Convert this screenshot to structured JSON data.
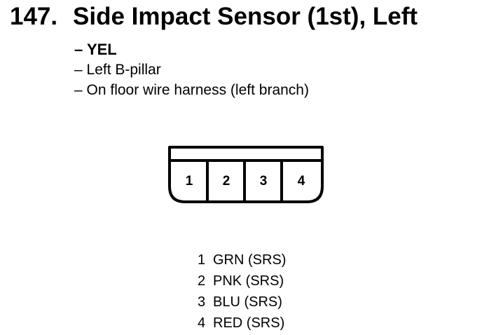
{
  "header": {
    "number": "147.",
    "title": "Side Impact Sensor (1st), Left"
  },
  "details": [
    "– YEL",
    "– Left B-pillar",
    "– On floor wire harness (left branch)"
  ],
  "connector": {
    "terminals": [
      "1",
      "2",
      "3",
      "4"
    ]
  },
  "wires": [
    {
      "pin": "1",
      "desc": "GRN (SRS)"
    },
    {
      "pin": "2",
      "desc": "PNK (SRS)"
    },
    {
      "pin": "3",
      "desc": "BLU (SRS)"
    },
    {
      "pin": "4",
      "desc": "RED (SRS)"
    }
  ]
}
